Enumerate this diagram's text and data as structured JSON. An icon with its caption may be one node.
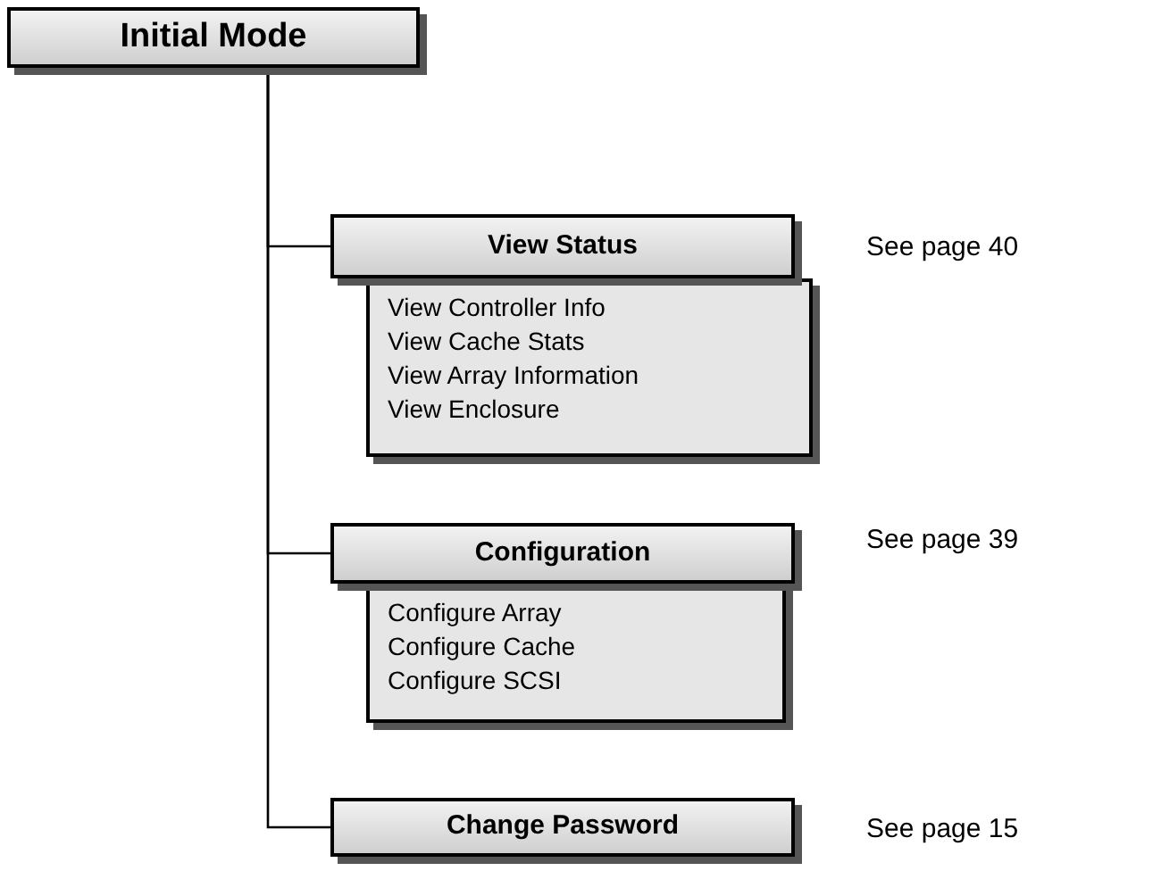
{
  "diagram": {
    "nodes": [
      {
        "text": [
          "Initial Mode"
        ]
      },
      {
        "text": [
          "View Status"
        ],
        "beside": [
          "See page 40"
        ]
      },
      {
        "text": [
          "View Controller Info",
          "View Cache Stats",
          "View Array Information",
          "View Enclosure"
        ]
      },
      {
        "text": [
          "Configuration"
        ],
        "beside": [
          "See page 39"
        ]
      },
      {
        "text": [
          "Configure Array",
          "Configure Cache",
          "Configure SCSI"
        ]
      },
      {
        "text": [
          "Change Password"
        ],
        "beside": [
          "See page 15"
        ]
      }
    ],
    "edges": [
      {
        "from": 0,
        "to": 1,
        "arrow": "none"
      },
      {
        "from": 0,
        "to": 3,
        "arrow": "none"
      },
      {
        "from": 0,
        "to": 5,
        "arrow": "none"
      }
    ]
  }
}
